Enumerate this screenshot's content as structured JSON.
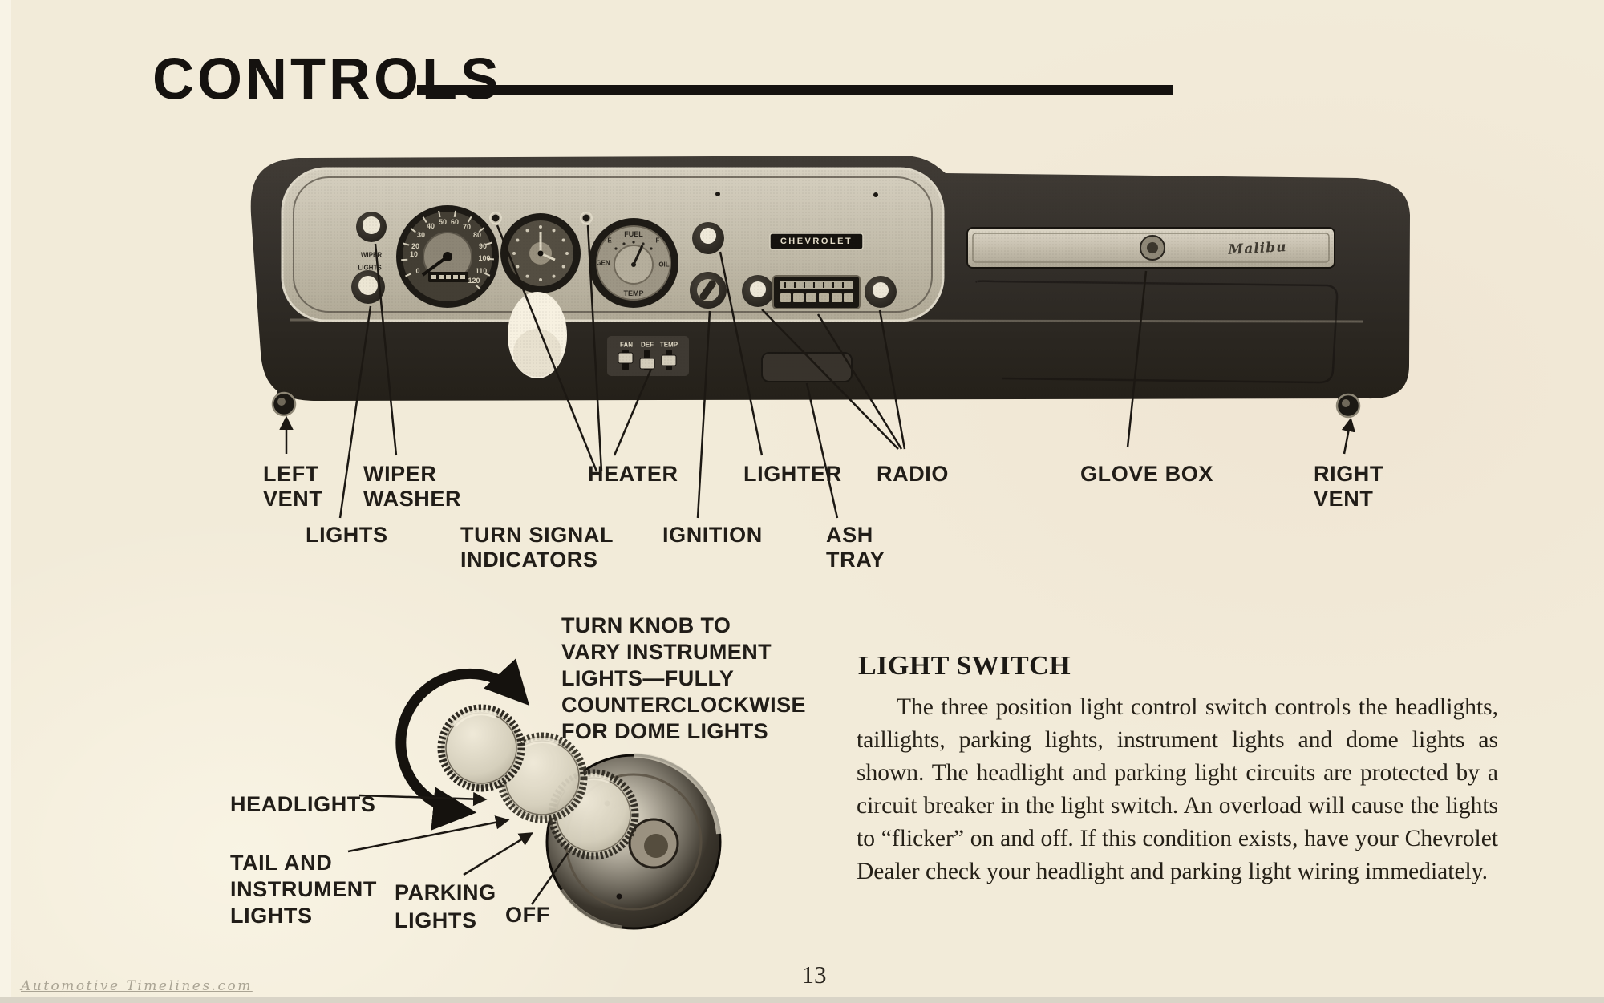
{
  "page": {
    "title": "CONTROLS",
    "page_number": "13",
    "watermark": "Automotive Timelines.com"
  },
  "callouts": {
    "left_vent": "LEFT\nVENT",
    "wiper_washer": "WIPER\nWASHER",
    "heater": "HEATER",
    "lighter": "LIGHTER",
    "radio": "RADIO",
    "glove_box": "GLOVE BOX",
    "right_vent": "RIGHT\nVENT",
    "lights": "LIGHTS",
    "turn_signal": "TURN SIGNAL\nINDICATORS",
    "ignition": "IGNITION",
    "ash_tray": "ASH\nTRAY"
  },
  "diagram": {
    "note": "TURN KNOB TO\nVARY INSTRUMENT\nLIGHTS—FULLY\nCOUNTERCLOCKWISE\nFOR DOME LIGHTS",
    "headlights": "HEADLIGHTS",
    "tail": "TAIL AND\nINSTRUMENT\nLIGHTS",
    "parking": "PARKING\nLIGHTS",
    "off": "OFF"
  },
  "section": {
    "heading": "LIGHT SWITCH",
    "body": "The three position light control switch controls the headlights, taillights, parking lights, instrument lights and dome lights as shown. The headlight and parking light circuits are protected by a circuit breaker in the light switch. An overload will cause the lights to “flicker” on and off. If this condition exists, have your Chevrolet Dealer check your headlight and parking light wiring immediately."
  },
  "photo": {
    "emblem": "CHEVROLET",
    "script": "Malibu",
    "wiper_label": "WIPER",
    "lights_label": "LIGHTS",
    "heater_levers": [
      "FAN",
      "DEF",
      "TEMP"
    ],
    "fuel": {
      "top": "FUEL",
      "e": "E",
      "f": "F",
      "gen": "GEN",
      "oil": "OIL",
      "temp": "TEMP"
    },
    "speedo_numbers": [
      "0",
      "10",
      "20",
      "30",
      "40",
      "50",
      "60",
      "70",
      "80",
      "90",
      "100",
      "110",
      "120"
    ]
  },
  "colors": {
    "paper": "#f2ebd9",
    "ink": "#15120f",
    "dash_dark": "#332f2a",
    "panel_light": "#c9c3b2"
  }
}
